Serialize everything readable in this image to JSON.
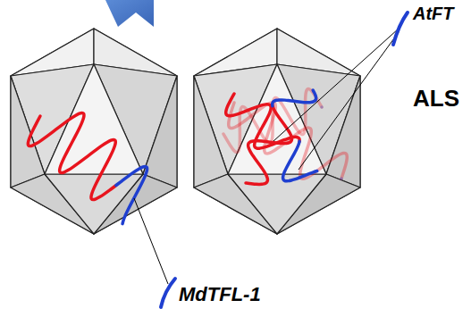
{
  "diagram": {
    "labels": [
      "AtFT",
      "MdTFL-1",
      "ALS"
    ]
  }
}
